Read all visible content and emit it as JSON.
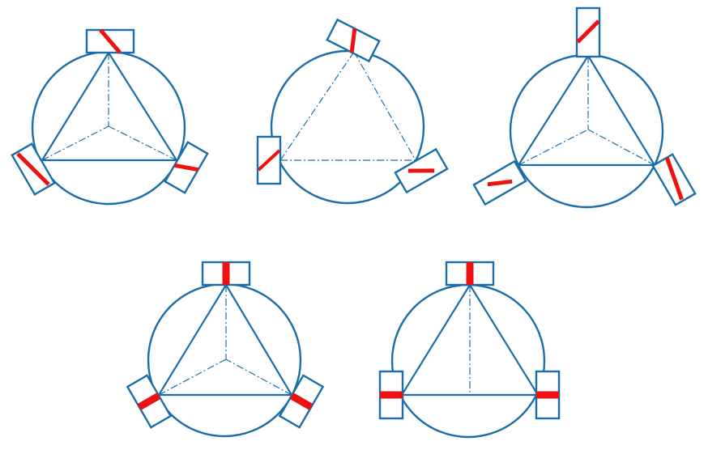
{
  "colors": {
    "outline": "#1a6ea8",
    "marker": "#ee1111",
    "background": "#ffffff"
  },
  "icons": {
    "panel": "circle-triangle-diagram",
    "box": "rectangle-holder",
    "mark": "red-marker"
  },
  "panels": [
    {
      "name": "panel-1",
      "variant": "slanted-marks",
      "triangle_edges": "solid",
      "medians": "dash-dot"
    },
    {
      "name": "panel-2",
      "variant": "slanted-marks",
      "triangle_edges": "dash-dot",
      "medians": "none"
    },
    {
      "name": "panel-3",
      "variant": "slanted-marks",
      "triangle_edges": "solid",
      "medians": "dash-dot"
    },
    {
      "name": "panel-4",
      "variant": "radial-marks",
      "triangle_edges": "solid",
      "medians": "dash-dot"
    },
    {
      "name": "panel-5",
      "variant": "axis-aligned-marks",
      "triangle_edges": "solid",
      "medians": "vertical-dash-dot"
    }
  ]
}
